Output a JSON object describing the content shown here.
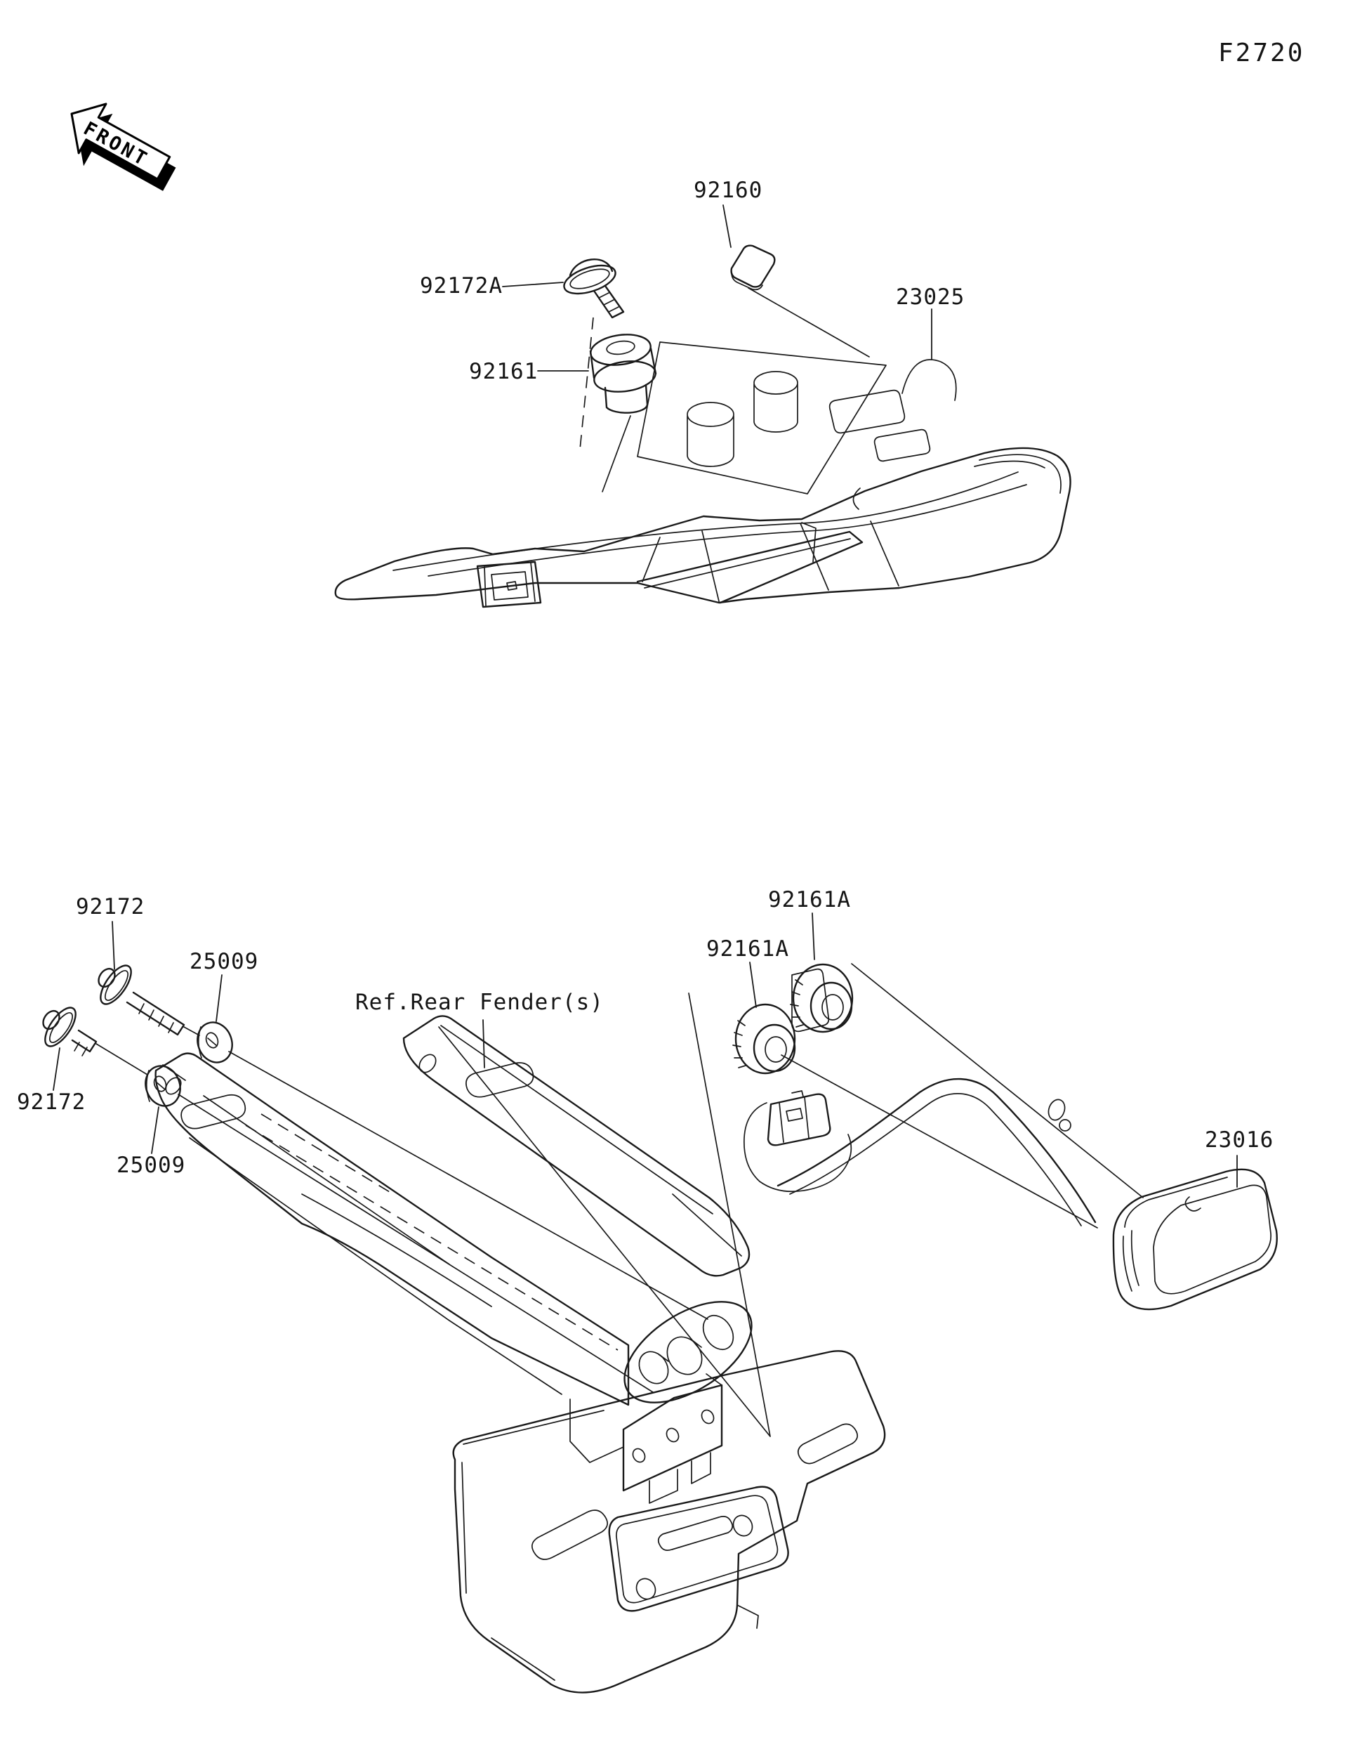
{
  "figure": {
    "code": "F2720"
  },
  "orientation": {
    "front_marker": "FRONT"
  },
  "labels": {
    "screw_92172a": "92172A",
    "pad_92160": "92160",
    "grommet_92161": "92161",
    "tail_cover_23025": "23025",
    "bolt_92172_upper": "92172",
    "washer_25009_upper": "25009",
    "bolt_92172_lower": "92172",
    "washer_25009_lower": "25009",
    "ref_rear_fender": "Ref.Rear Fender(s)",
    "grommet_92161a_right": "92161A",
    "grommet_92161a_left": "92161A",
    "lamp_23016": "23016"
  }
}
